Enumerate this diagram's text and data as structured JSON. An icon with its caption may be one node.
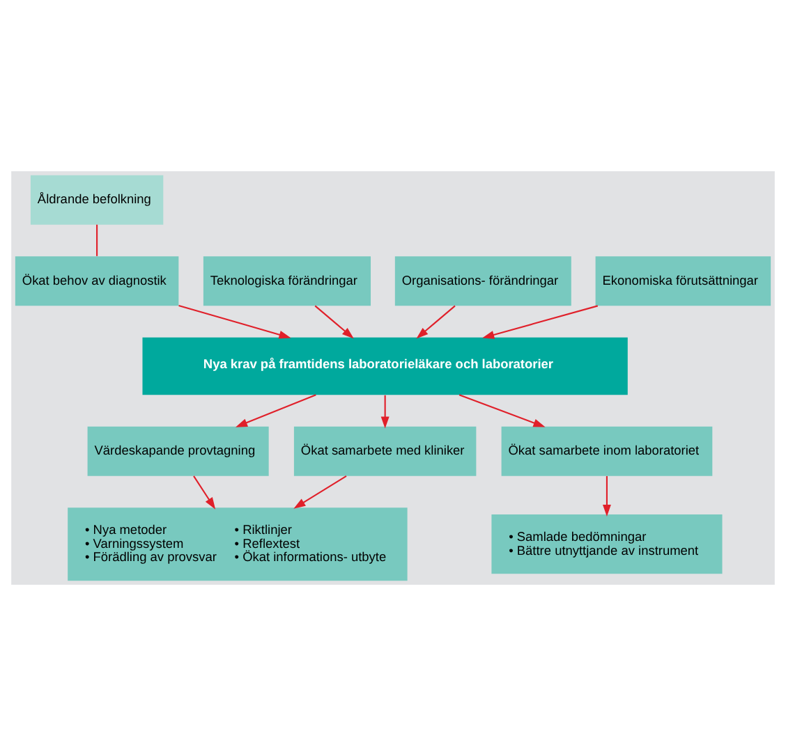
{
  "diagram": {
    "nodes": [
      {
        "text": [
          "Åldrande befolkning"
        ]
      },
      {
        "text": [
          "Ökat behov av diagnostik"
        ]
      },
      {
        "text": [
          "Teknologiska förändringar"
        ]
      },
      {
        "text": [
          "Organisations- förändringar"
        ]
      },
      {
        "text": [
          "Ekonomiska förutsättningar"
        ]
      },
      {
        "text": [
          "Nya krav på framtidens laboratorieläkare och laboratorier"
        ]
      },
      {
        "text": [
          "Värdeskapande provtagning"
        ]
      },
      {
        "text": [
          "Ökat samarbete med kliniker"
        ]
      },
      {
        "text": [
          "Ökat samarbete inom laboratoriet"
        ]
      },
      {
        "text": [
          "• Nya metoder",
          "• Varningssystem",
          "• Förädling av provsvar",
          "• Riktlinjer",
          "• Reflextest",
          "• Ökat informations- utbyte"
        ]
      },
      {
        "text": [
          "• Samlade bedömningar",
          "• Bättre utnyttjande av instrument"
        ]
      }
    ],
    "edges": [
      {
        "from": 0,
        "to": 1,
        "arrow": "none"
      },
      {
        "from": 1,
        "to": 5,
        "arrow": "to"
      },
      {
        "from": 2,
        "to": 5,
        "arrow": "to"
      },
      {
        "from": 3,
        "to": 5,
        "arrow": "to"
      },
      {
        "from": 4,
        "to": 5,
        "arrow": "to"
      },
      {
        "from": 5,
        "to": 6,
        "arrow": "to"
      },
      {
        "from": 5,
        "to": 7,
        "arrow": "to"
      },
      {
        "from": 5,
        "to": 8,
        "arrow": "to"
      },
      {
        "from": 6,
        "to": 9,
        "arrow": "to"
      },
      {
        "from": 7,
        "to": 9,
        "arrow": "to"
      },
      {
        "from": 8,
        "to": 10,
        "arrow": "to"
      }
    ]
  }
}
